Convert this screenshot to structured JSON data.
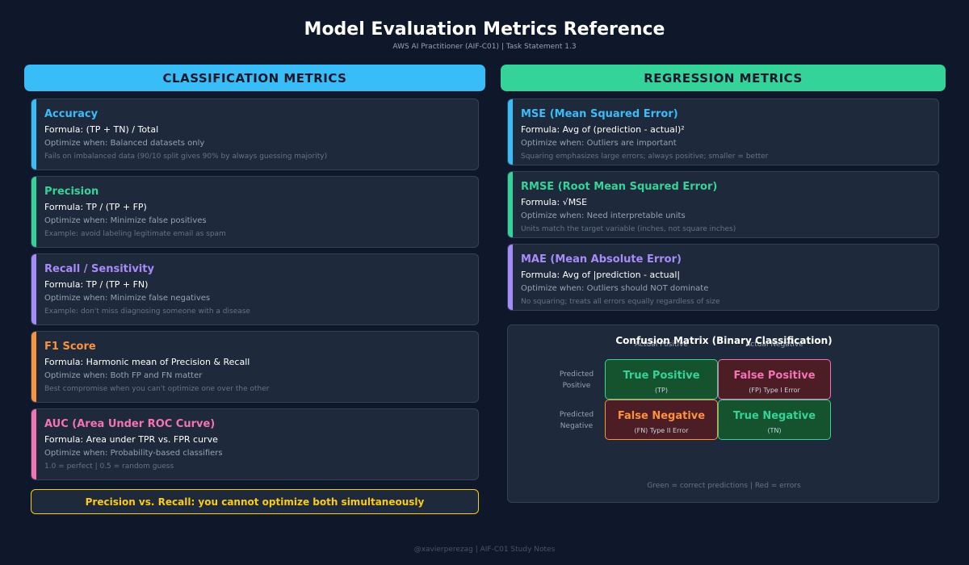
{
  "header": {
    "title": "Model Evaluation Metrics Reference",
    "subtitle": "AWS AI Practitioner (AIF-C01) | Task Statement 1.3"
  },
  "classification": {
    "heading": "CLASSIFICATION METRICS",
    "color": "#38bdf8",
    "cards": [
      {
        "name": "Accuracy",
        "formula": "Formula: (TP + TN) / Total",
        "optimize": "Optimize when: Balanced datasets only",
        "note": "Fails on imbalanced data (90/10 split gives 90% by always guessing majority)",
        "color": "#38bdf8"
      },
      {
        "name": "Precision",
        "formula": "Formula: TP / (TP + FP)",
        "optimize": "Optimize when: Minimize false positives",
        "note": "Example: avoid labeling legitimate email as spam",
        "color": "#34d399"
      },
      {
        "name": "Recall / Sensitivity",
        "formula": "Formula: TP / (TP + FN)",
        "optimize": "Optimize when: Minimize false negatives",
        "note": "Example: don't miss diagnosing someone with a disease",
        "color": "#a78bfa"
      },
      {
        "name": "F1 Score",
        "formula": "Formula: Harmonic mean of Precision & Recall",
        "optimize": "Optimize when: Both FP and FN matter",
        "note": "Best compromise when you can't optimize one over the other",
        "color": "#fb923c"
      },
      {
        "name": "AUC (Area Under ROC Curve)",
        "formula": "Formula: Area under TPR vs. FPR curve",
        "optimize": "Optimize when: Probability-based classifiers",
        "note": "1.0 = perfect | 0.5 = random guess",
        "color": "#f472b6"
      }
    ],
    "callout": "Precision vs. Recall: you cannot optimize both simultaneously"
  },
  "regression": {
    "heading": "REGRESSION METRICS",
    "color": "#34d399",
    "cards": [
      {
        "name": "MSE (Mean Squared Error)",
        "formula": "Formula: Avg of (prediction - actual)²",
        "optimize": "Optimize when: Outliers are important",
        "note": "Squaring emphasizes large errors; always positive; smaller = better",
        "color": "#38bdf8"
      },
      {
        "name": "RMSE (Root Mean Squared Error)",
        "formula": "Formula: √MSE",
        "optimize": "Optimize when: Need interpretable units",
        "note": "Units match the target variable (inches, not square inches)",
        "color": "#34d399"
      },
      {
        "name": "MAE (Mean Absolute Error)",
        "formula": "Formula: Avg of |prediction - actual|",
        "optimize": "Optimize when: Outliers should NOT dominate",
        "note": "No squaring; treats all errors equally regardless of size",
        "color": "#a78bfa"
      }
    ]
  },
  "confusion_matrix": {
    "title": "Confusion Matrix (Binary Classification)",
    "col_headers": [
      "Actual Positive",
      "Actual Negative"
    ],
    "row_headers": [
      [
        "Predicted",
        "Positive"
      ],
      [
        "Predicted",
        "Negative"
      ]
    ],
    "cells": [
      {
        "name": "True Positive",
        "sub": "(TP)",
        "color": "#34d399"
      },
      {
        "name": "False Positive",
        "sub": "(FP) Type I Error",
        "color": "#f472b6"
      },
      {
        "name": "False Negative",
        "sub": "(FN) Type II Error",
        "color": "#fb923c"
      },
      {
        "name": "True Negative",
        "sub": "(TN)",
        "color": "#34d399"
      }
    ],
    "legend": "Green = correct predictions | Red = errors"
  },
  "footer": "@xavierperezag | AIF-C01 Study Notes"
}
